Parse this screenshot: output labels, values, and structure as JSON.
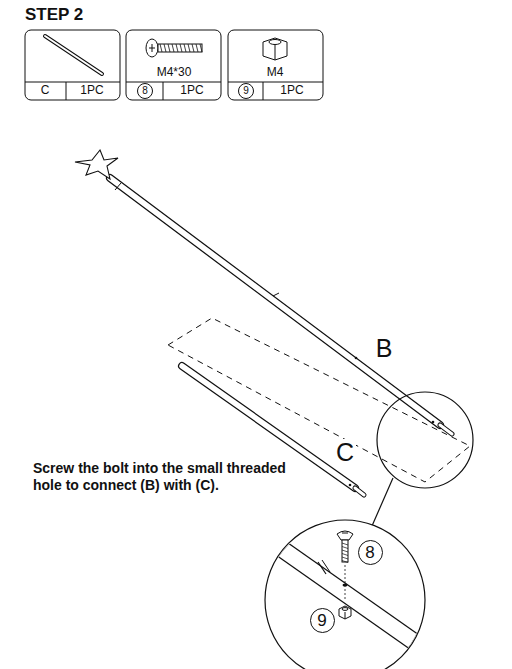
{
  "diagram": {
    "title": "STEP 2",
    "labels": [
      "C",
      "1PC",
      "M4*30",
      "8",
      "1PC",
      "M4",
      "9",
      "1PC",
      "B",
      "C",
      "Screw the bolt into the small threaded hole to connect (B) with (C).",
      "8",
      "9"
    ]
  }
}
